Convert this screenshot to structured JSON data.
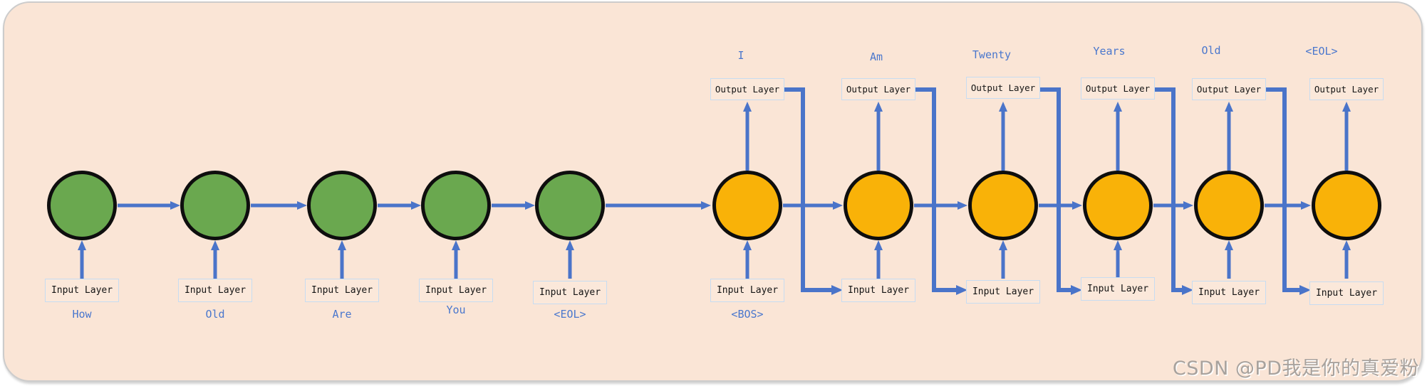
{
  "colors": {
    "panel_fill": "#fae5d6",
    "panel_border": "#cccccc",
    "encoder_fill": "#6aa84f",
    "decoder_fill": "#f9b208",
    "node_stroke": "#0e0e0e",
    "arrow": "#4a74c9",
    "label_text": "#4a77cd",
    "box_border": "#c7dcf1",
    "box_fill": "#fbe8da",
    "box_text": "#141414",
    "watermark_color": "#a8a29d"
  },
  "labels": {
    "input_box": "Input Layer",
    "output_box": "Output Layer"
  },
  "encoder": {
    "nodes": [
      {
        "word": "How"
      },
      {
        "word": "Old"
      },
      {
        "word": "Are"
      },
      {
        "word": "You"
      },
      {
        "word": "<EOL>"
      }
    ]
  },
  "decoder": {
    "bos_word": "<BOS>",
    "nodes": [
      {
        "output_word": "I"
      },
      {
        "output_word": "Am"
      },
      {
        "output_word": "Twenty"
      },
      {
        "output_word": "Years"
      },
      {
        "output_word": "Old"
      },
      {
        "output_word": "<EOL>"
      }
    ]
  },
  "watermark": {
    "text": "CSDN @PD我是你的真爱粉"
  }
}
